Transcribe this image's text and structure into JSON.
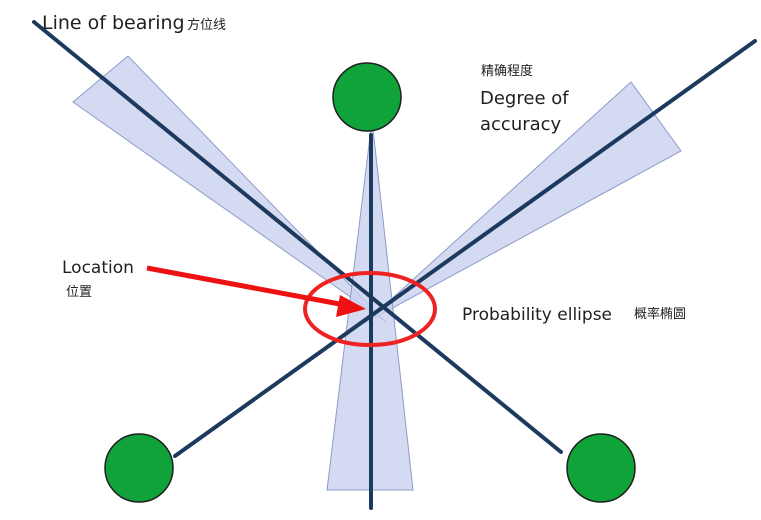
{
  "labels": {
    "line_of_bearing": "Line of bearing",
    "line_of_bearing_cn": "方位线",
    "accuracy_cn": "精确程度",
    "accuracy_line1": "Degree of",
    "accuracy_line2": "accuracy",
    "location": "Location",
    "location_cn": "位置",
    "probability_ellipse": "Probability ellipse",
    "probability_ellipse_cn": "概率椭圆"
  },
  "colors": {
    "station": "#10a33a",
    "station_outline": "#1f1f1f",
    "bearing_line": "#1c3a5e",
    "accuracy_wedge": "#c9d1ee",
    "accuracy_wedge_edge": "#8e9cc9",
    "ellipse": "#ee2222",
    "arrow": "#ee1111"
  }
}
